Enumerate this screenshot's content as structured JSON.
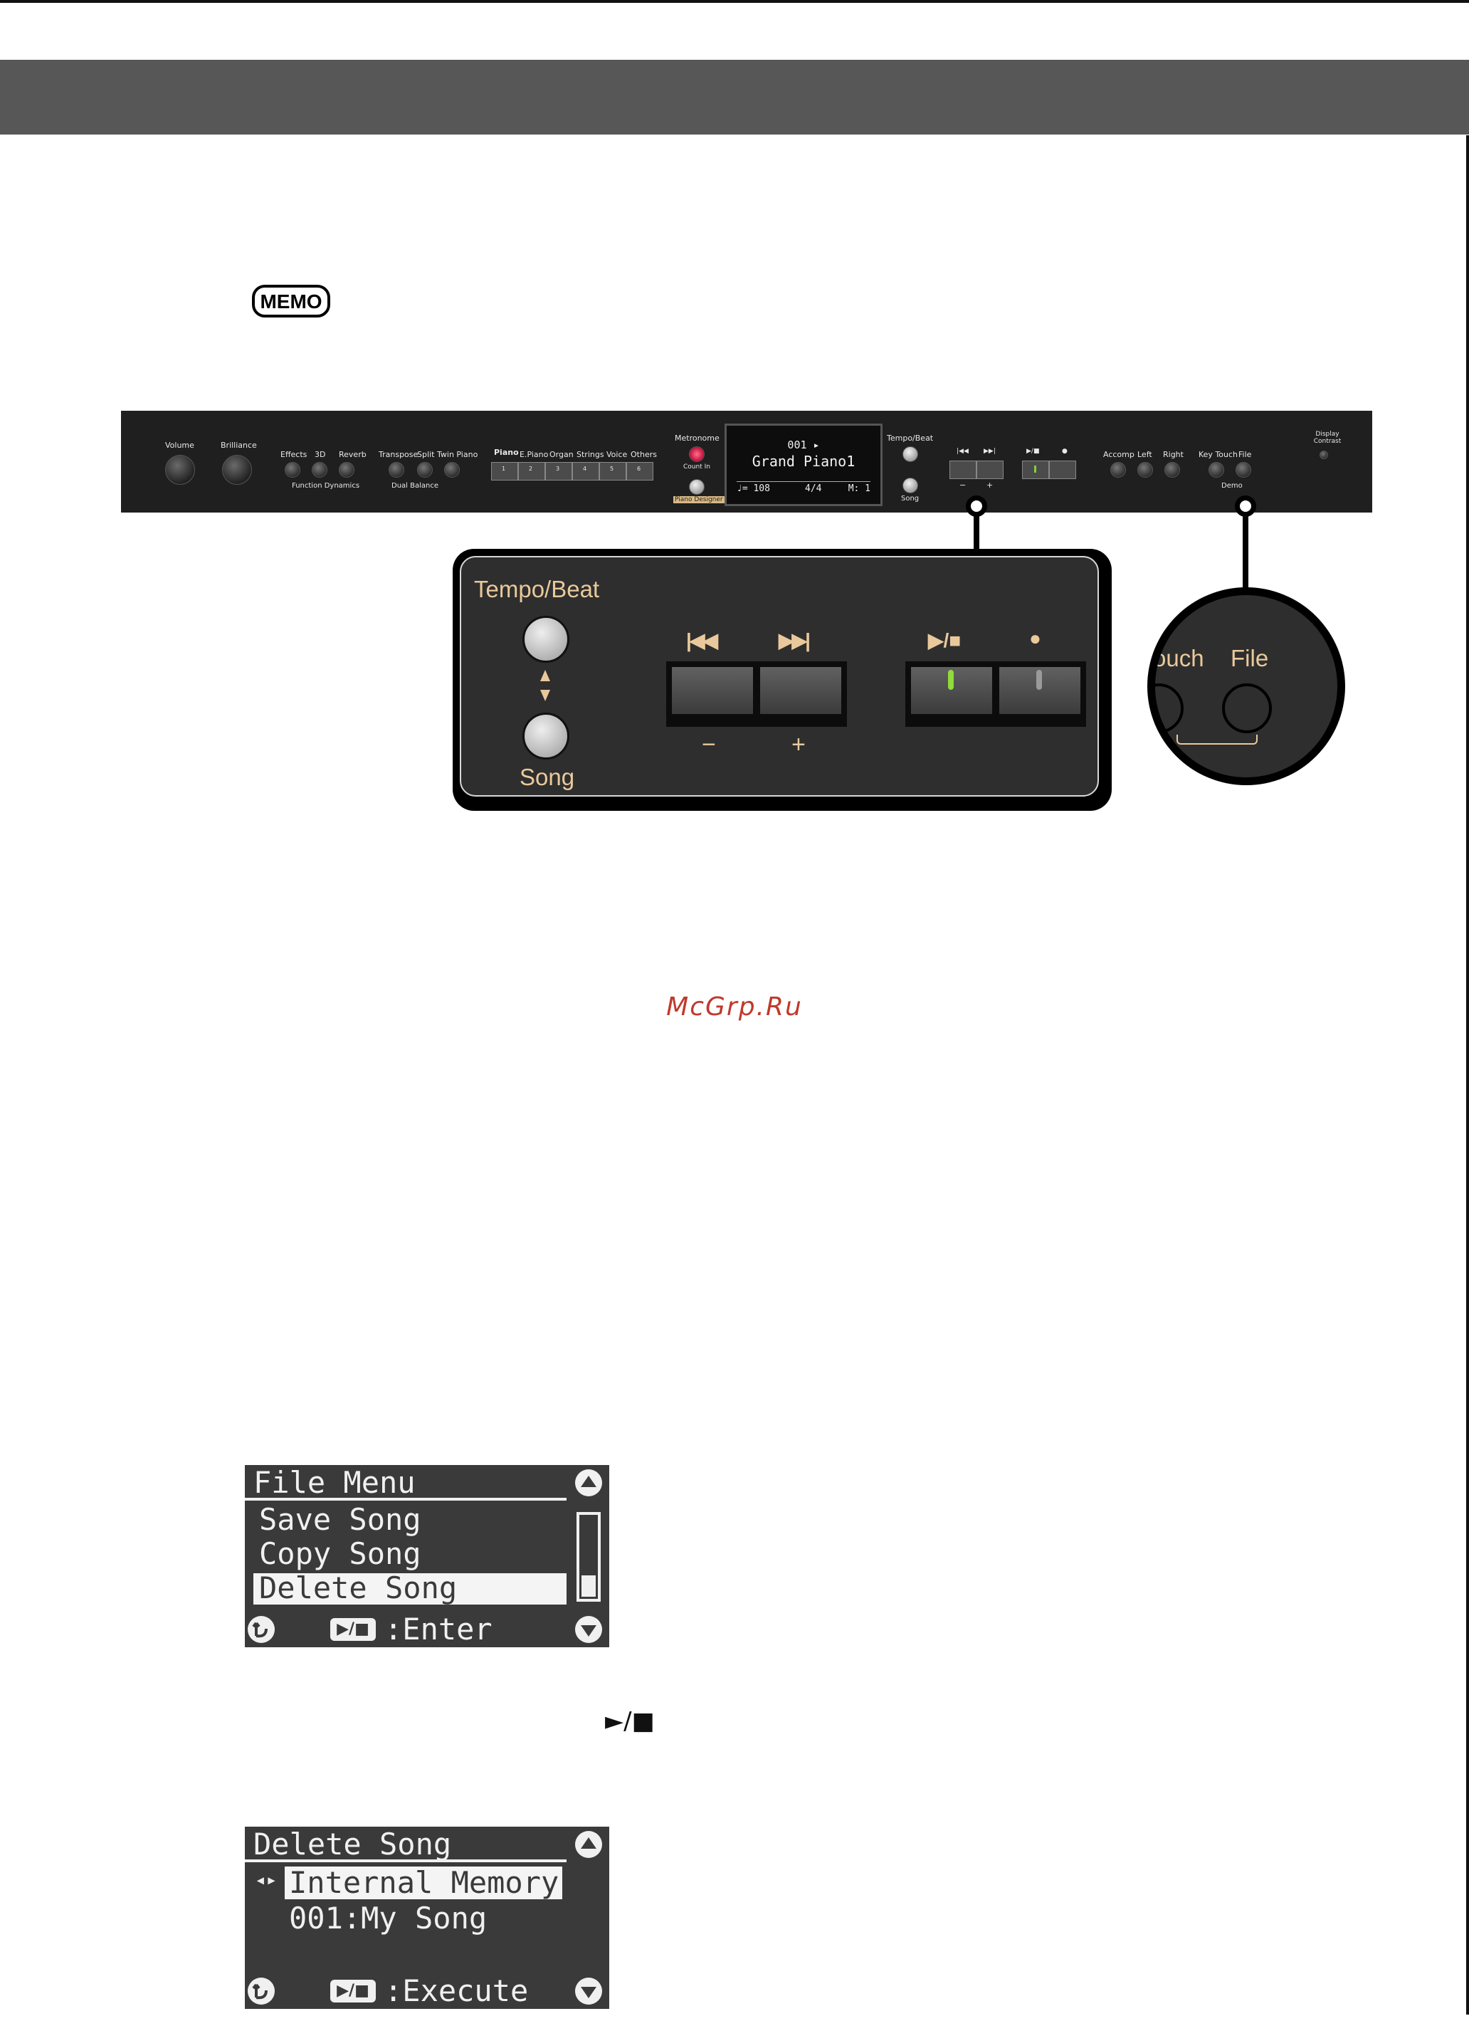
{
  "memo_label": "MEMO",
  "panel": {
    "knobs": [
      "Volume",
      "Brilliance"
    ],
    "effects_labels": [
      "Effects",
      "3D",
      "Reverb"
    ],
    "function_dynamics": "Function Dynamics",
    "transpose_labels": [
      "Transpose",
      "Split",
      "Twin Piano"
    ],
    "dual_balance": "Dual Balance",
    "tone_labels": [
      "Piano",
      "E.Piano",
      "Organ",
      "Strings",
      "Voice",
      "Others"
    ],
    "tone_numbers": [
      "1",
      "2",
      "3",
      "4",
      "5",
      "6"
    ],
    "metronome": "Metronome",
    "count_in": "Count In",
    "piano_designer": "Piano Designer",
    "display": {
      "line1": "001 ▸",
      "line2": "Grand Piano1",
      "status_left": "♩= 108",
      "status_mid": "4/4",
      "status_right": "M: 1"
    },
    "tempo_beat": "Tempo/Beat",
    "song": "Song",
    "transport_symbols": [
      "|◀◀",
      "▶▶|",
      "▶/■",
      "●"
    ],
    "minus_plus": [
      "−",
      "+"
    ],
    "part_labels": [
      "Accomp",
      "Left",
      "Right"
    ],
    "key_touch_file": [
      "Key Touch",
      "File"
    ],
    "demo": "Demo",
    "display_contrast": "Display Contrast"
  },
  "zoom": {
    "tempo_beat": "Tempo/Beat",
    "song": "Song",
    "rew": "|◀◀",
    "ff": "▶▶|",
    "play_stop": "▶/■",
    "rec": "●",
    "minus": "−",
    "plus": "+"
  },
  "circle_zoom": {
    "partial_label": "ouch",
    "file": "File"
  },
  "watermark": "McGrp.Ru",
  "screen1": {
    "title": "File Menu",
    "items": [
      "Save Song",
      "Copy Song",
      "Delete Song"
    ],
    "selected_index": 2,
    "footer_button": "▶/■",
    "footer_text": ":Enter",
    "scroll_fraction": 0.33
  },
  "play_stop_symbol": "►/■",
  "screen2": {
    "title": "Delete Song",
    "selector_arrow": "◂▸",
    "selected_item": "Internal Memory",
    "song_line": "001:My Song",
    "footer_button": "▶/■",
    "footer_text": ":Execute"
  }
}
